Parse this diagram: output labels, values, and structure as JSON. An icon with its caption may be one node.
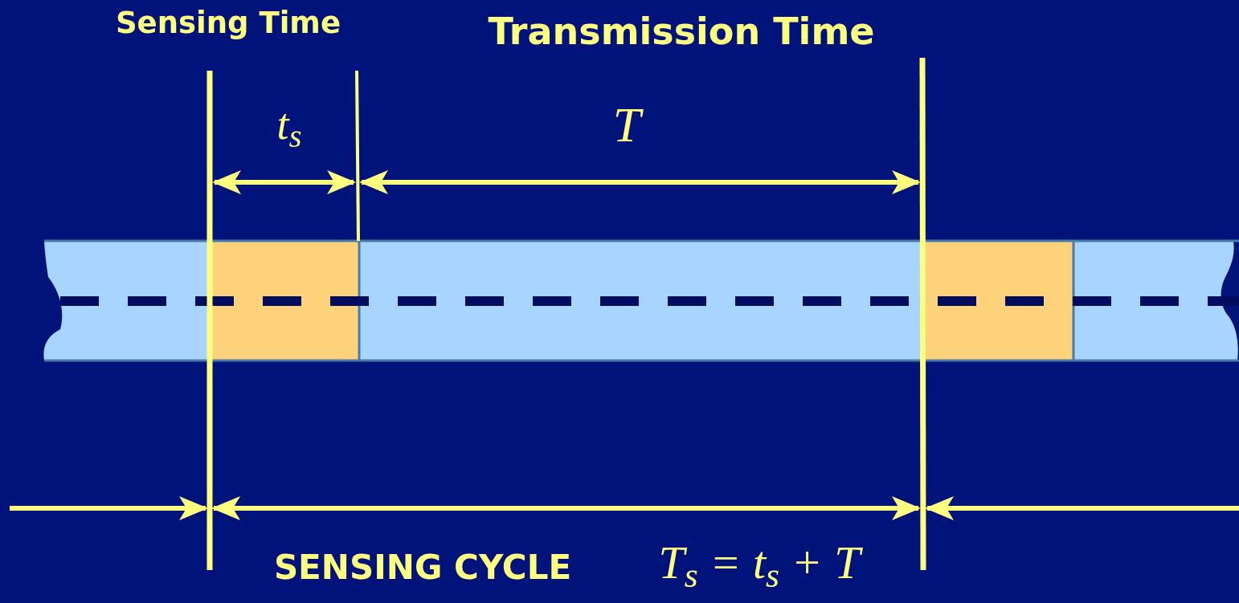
{
  "diagram": {
    "labels": [
      "Sensing Time",
      "Transmission Time",
      "t$_{s}$",
      "T",
      "SENSING CYCLE",
      "T$_{s}$ = t$_{s}$ + T"
    ]
  }
}
